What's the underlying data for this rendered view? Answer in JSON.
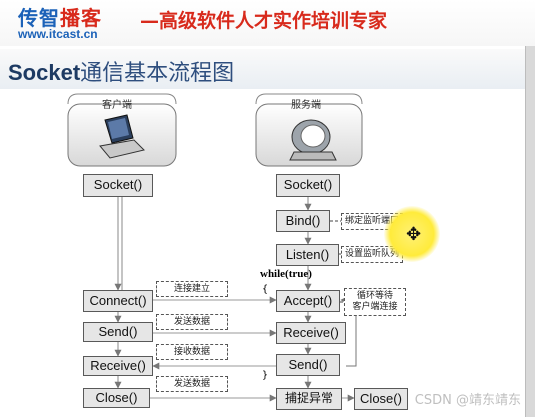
{
  "header": {
    "logo_a": "传智",
    "logo_b": "播客",
    "logo_url": "www.itcast.cn",
    "slogan": "—高级软件人才实作培训专家"
  },
  "title": {
    "bold": "Socket",
    "rest": "通信基本流程图"
  },
  "client": {
    "label": "客户端",
    "steps": [
      "Socket()",
      "Connect()",
      "Send()",
      "Receive()",
      "Close()"
    ]
  },
  "server": {
    "label": "服务端",
    "steps": [
      "Socket()",
      "Bind()",
      "Listen()",
      "Accept()",
      "Receive()",
      "Send()",
      "捕捉异常",
      "Close()"
    ]
  },
  "notes": {
    "bind": "绑定监听端口",
    "listen": "设置监听队列",
    "accept_1": "循环等待",
    "accept_2": "客户端连接",
    "connect": "连接建立",
    "send": "发送数据",
    "receive": "接收数据",
    "close": "发送数据"
  },
  "loop_label": "while(true)",
  "watermark": "CSDN @靖东靖东",
  "colors": {
    "brand_blue": "#1c62b8",
    "brand_red": "#d82a1c",
    "title_blue": "#2e4e7e",
    "highlight": "#ffeb3b"
  }
}
